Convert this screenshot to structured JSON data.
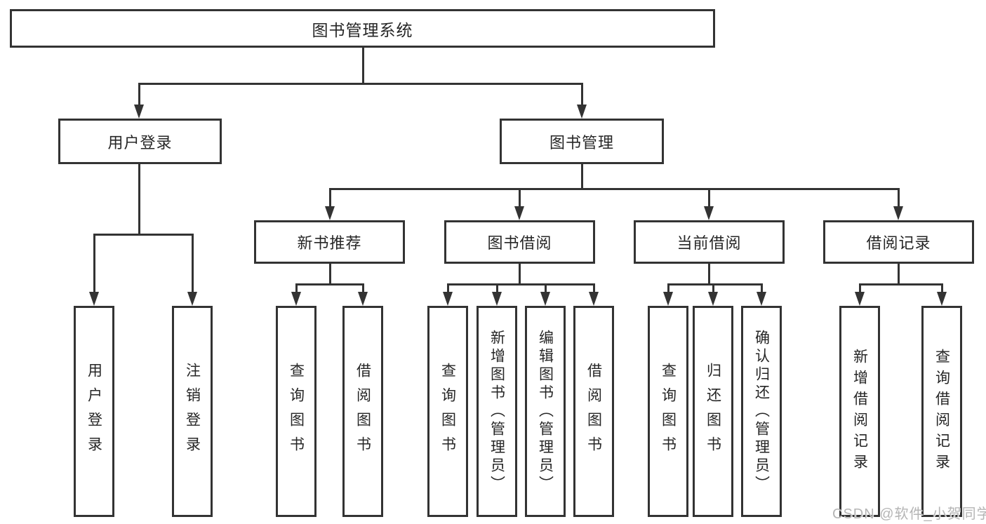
{
  "diagram": {
    "root": "图书管理系统",
    "level2": [
      "用户登录",
      "图书管理"
    ],
    "level3": [
      "新书推荐",
      "图书借阅",
      "当前借阅",
      "借阅记录"
    ],
    "leaf_groups": [
      [
        "用户登录",
        "注销登录"
      ],
      [
        "查询图书",
        "借阅图书"
      ],
      [
        "查询图书",
        "新增图书（管理员）",
        "编辑图书（管理员）",
        "借阅图书"
      ],
      [
        "查询图书",
        "归还图书",
        "确认归还（管理员）"
      ],
      [
        "新增借阅记录",
        "查询借阅记录"
      ]
    ],
    "watermark": "CSDN @软件_小贺同学",
    "colors": {
      "line": "#333333",
      "box-border": "#333333",
      "box-fill": "#ffffff",
      "text": "#262626",
      "watermark": "#b5b5b5",
      "background": "#ffffff"
    }
  }
}
